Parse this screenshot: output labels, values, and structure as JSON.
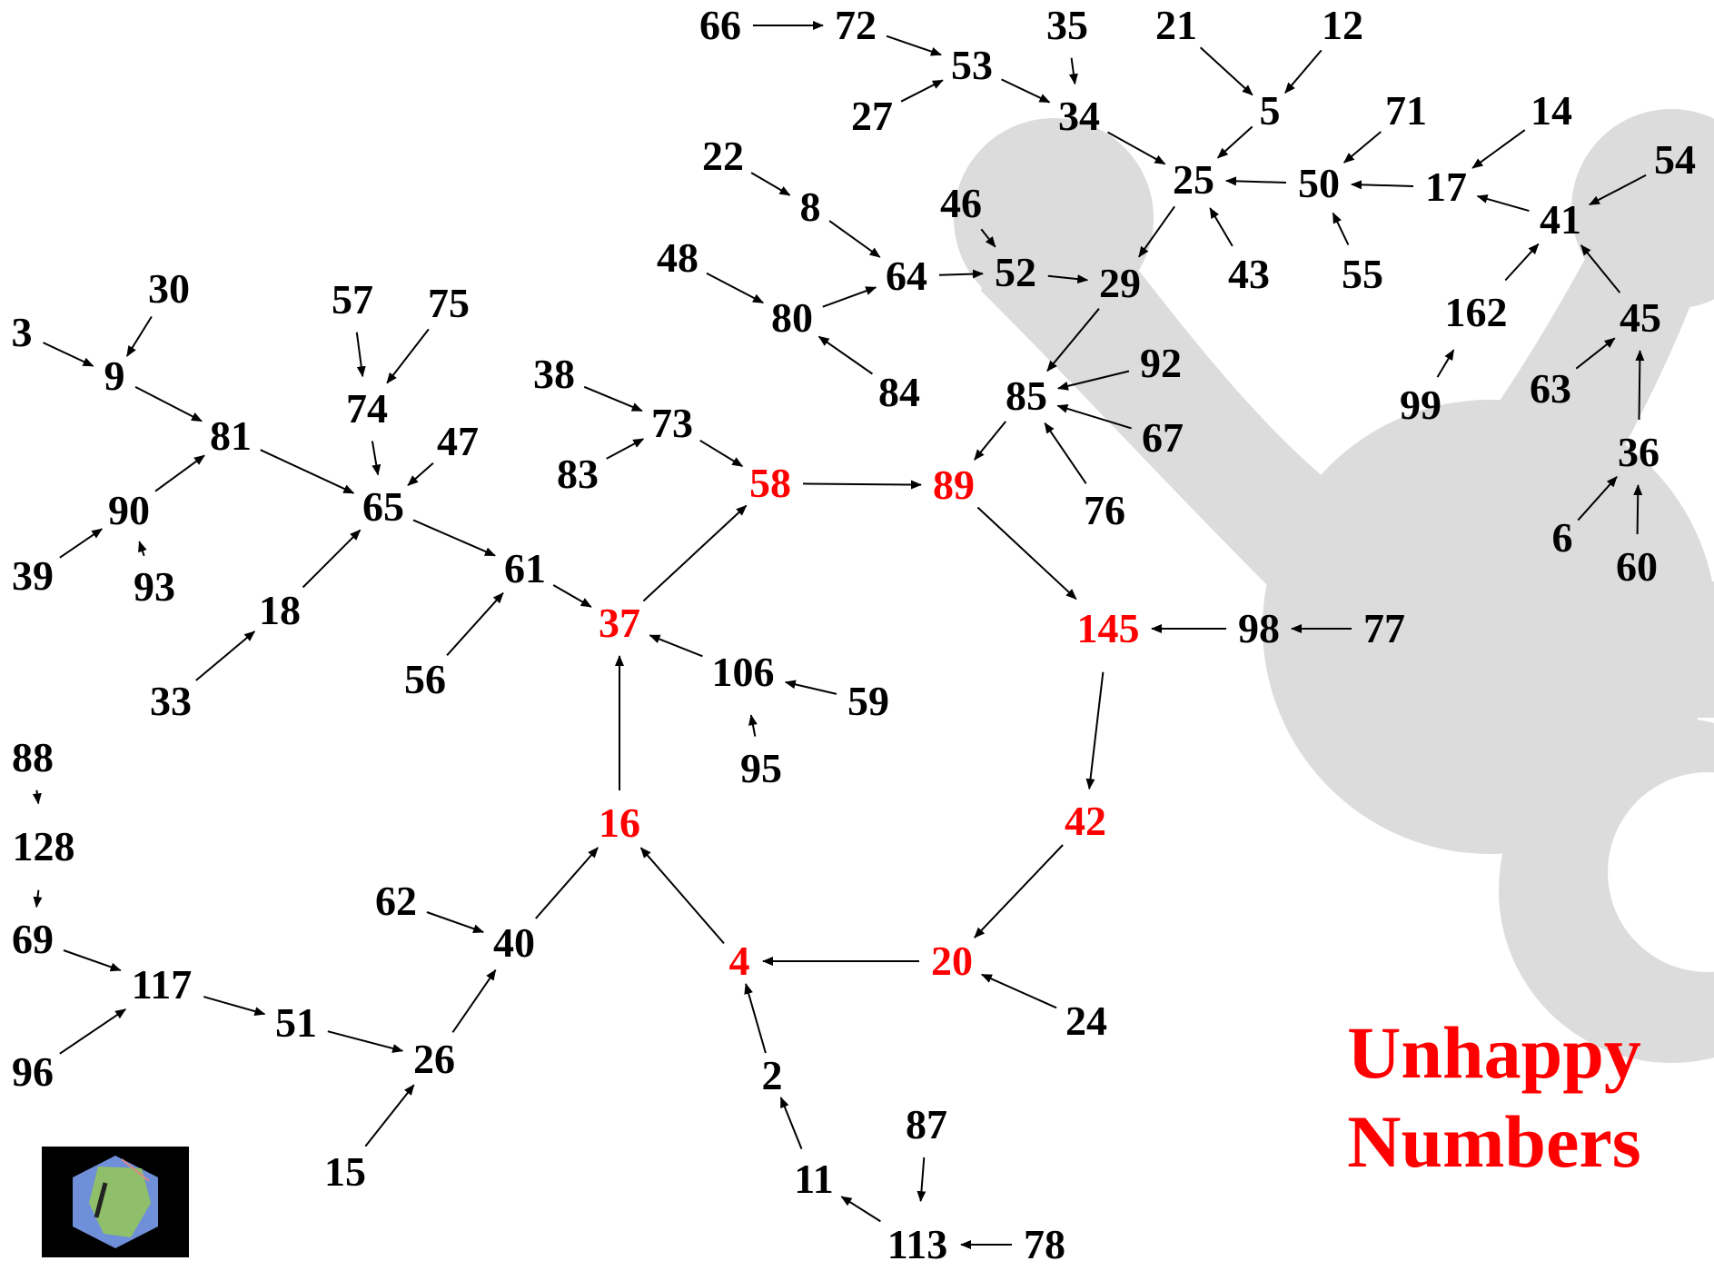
{
  "title": [
    "Unhappy",
    "Numbers"
  ],
  "colors": {
    "cycle": "#ff0000",
    "normal": "#000000",
    "blob": "#dddddd",
    "arrow": "#000000"
  },
  "cycle": [
    "4",
    "16",
    "37",
    "58",
    "89",
    "145",
    "42",
    "20"
  ],
  "nodes": [
    "66",
    "72",
    "53",
    "27",
    "35",
    "34",
    "21",
    "12",
    "5",
    "71",
    "14",
    "54",
    "22",
    "8",
    "46",
    "52",
    "29",
    "25",
    "50",
    "17",
    "41",
    "43",
    "55",
    "48",
    "80",
    "64",
    "84",
    "162",
    "45",
    "99",
    "63",
    "36",
    "6",
    "60",
    "3",
    "30",
    "9",
    "57",
    "75",
    "74",
    "81",
    "47",
    "65",
    "90",
    "39",
    "93",
    "18",
    "33",
    "38",
    "73",
    "83",
    "58",
    "89",
    "85",
    "92",
    "67",
    "76",
    "61",
    "37",
    "56",
    "106",
    "59",
    "95",
    "16",
    "145",
    "98",
    "77",
    "42",
    "88",
    "128",
    "69",
    "117",
    "96",
    "51",
    "62",
    "40",
    "26",
    "15",
    "4",
    "20",
    "24",
    "2",
    "11",
    "87",
    "113",
    "78"
  ],
  "edges": [
    [
      "66",
      "72"
    ],
    [
      "72",
      "53"
    ],
    [
      "27",
      "53"
    ],
    [
      "53",
      "34"
    ],
    [
      "35",
      "34"
    ],
    [
      "34",
      "25"
    ],
    [
      "21",
      "5"
    ],
    [
      "12",
      "5"
    ],
    [
      "5",
      "25"
    ],
    [
      "71",
      "50"
    ],
    [
      "50",
      "25"
    ],
    [
      "55",
      "50"
    ],
    [
      "17",
      "50"
    ],
    [
      "14",
      "17"
    ],
    [
      "41",
      "17"
    ],
    [
      "54",
      "41"
    ],
    [
      "162",
      "41"
    ],
    [
      "45",
      "41"
    ],
    [
      "99",
      "162"
    ],
    [
      "63",
      "45"
    ],
    [
      "36",
      "45"
    ],
    [
      "6",
      "36"
    ],
    [
      "60",
      "36"
    ],
    [
      "22",
      "8"
    ],
    [
      "8",
      "64"
    ],
    [
      "48",
      "80"
    ],
    [
      "80",
      "64"
    ],
    [
      "84",
      "80"
    ],
    [
      "64",
      "52"
    ],
    [
      "46",
      "52"
    ],
    [
      "52",
      "29"
    ],
    [
      "43",
      "25"
    ],
    [
      "25",
      "29"
    ],
    [
      "29",
      "85"
    ],
    [
      "92",
      "85"
    ],
    [
      "67",
      "85"
    ],
    [
      "76",
      "85"
    ],
    [
      "85",
      "89"
    ],
    [
      "3",
      "9"
    ],
    [
      "30",
      "9"
    ],
    [
      "9",
      "81"
    ],
    [
      "90",
      "81"
    ],
    [
      "39",
      "90"
    ],
    [
      "93",
      "90"
    ],
    [
      "81",
      "65"
    ],
    [
      "57",
      "74"
    ],
    [
      "75",
      "74"
    ],
    [
      "74",
      "65"
    ],
    [
      "47",
      "65"
    ],
    [
      "18",
      "65"
    ],
    [
      "33",
      "18"
    ],
    [
      "65",
      "61"
    ],
    [
      "61",
      "37"
    ],
    [
      "56",
      "61"
    ],
    [
      "38",
      "73"
    ],
    [
      "83",
      "73"
    ],
    [
      "73",
      "58"
    ],
    [
      "58",
      "89"
    ],
    [
      "89",
      "145"
    ],
    [
      "145",
      "42"
    ],
    [
      "42",
      "20"
    ],
    [
      "20",
      "4"
    ],
    [
      "4",
      "16"
    ],
    [
      "16",
      "37"
    ],
    [
      "37",
      "58"
    ],
    [
      "106",
      "37"
    ],
    [
      "59",
      "106"
    ],
    [
      "95",
      "106"
    ],
    [
      "98",
      "145"
    ],
    [
      "77",
      "98"
    ],
    [
      "24",
      "20"
    ],
    [
      "2",
      "4"
    ],
    [
      "11",
      "2"
    ],
    [
      "113",
      "11"
    ],
    [
      "87",
      "113"
    ],
    [
      "78",
      "113"
    ],
    [
      "88",
      "128"
    ],
    [
      "128",
      "69"
    ],
    [
      "69",
      "117"
    ],
    [
      "96",
      "117"
    ],
    [
      "117",
      "51"
    ],
    [
      "51",
      "26"
    ],
    [
      "15",
      "26"
    ],
    [
      "26",
      "40"
    ],
    [
      "62",
      "40"
    ],
    [
      "40",
      "16"
    ]
  ]
}
